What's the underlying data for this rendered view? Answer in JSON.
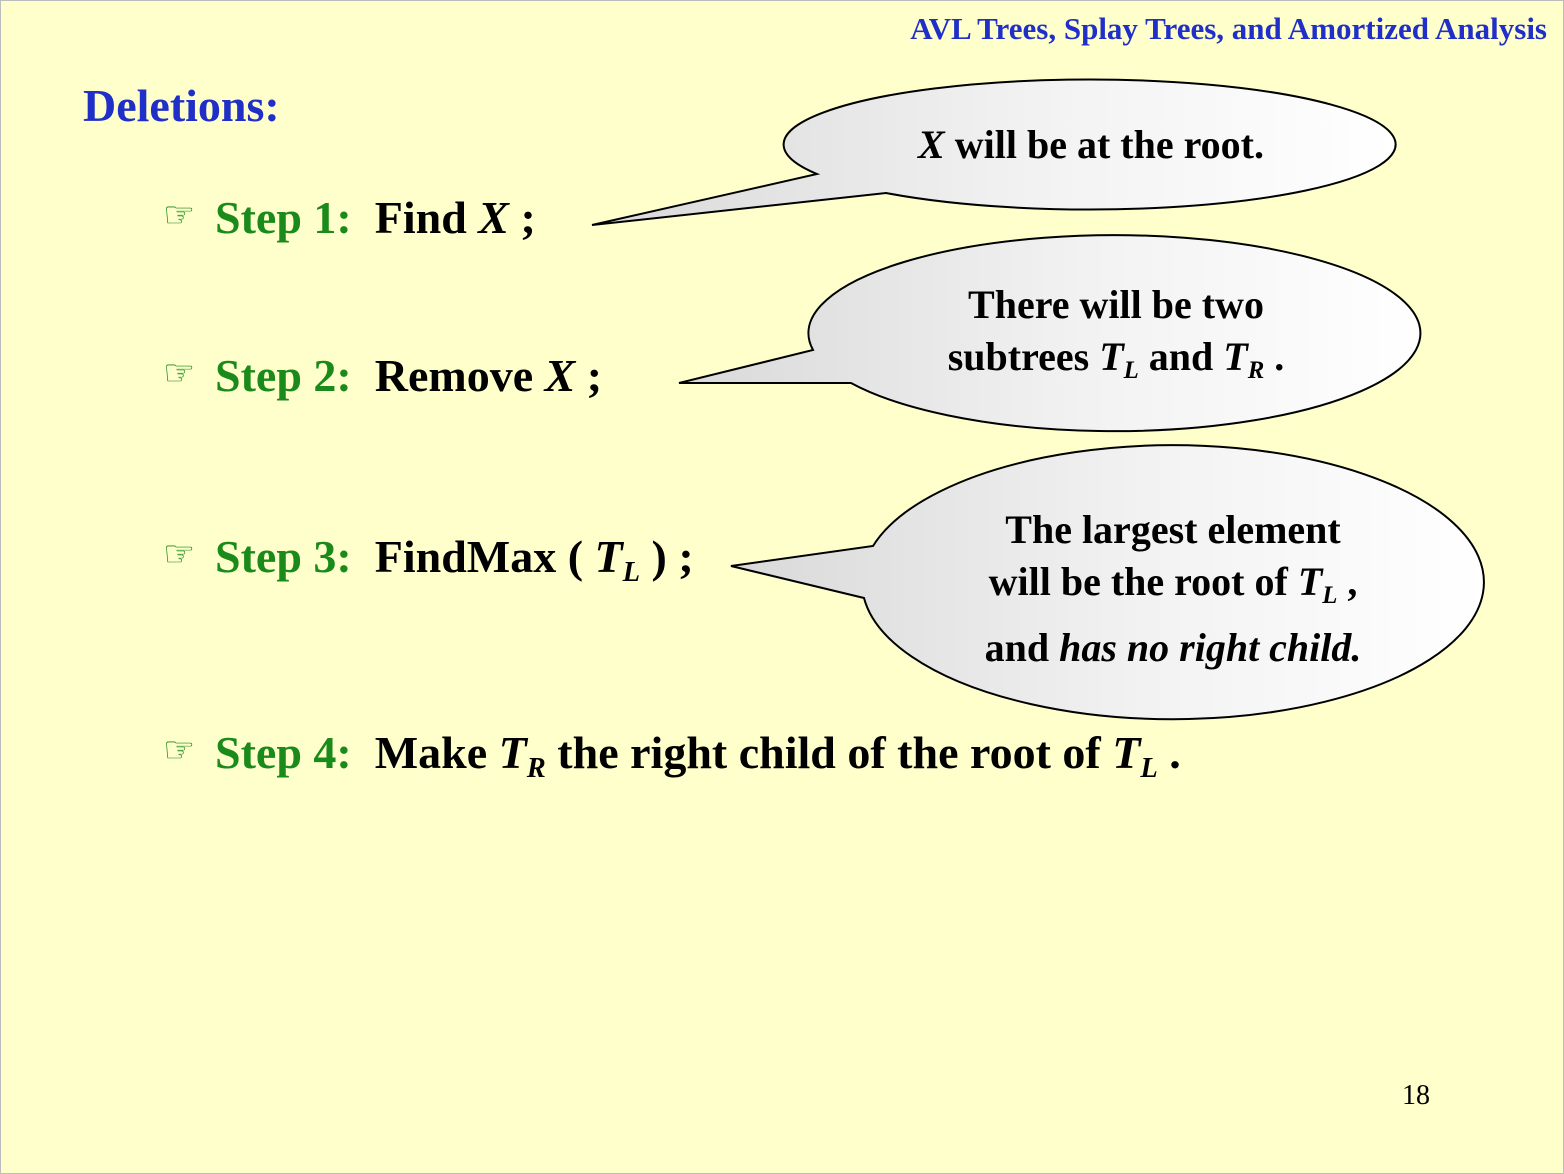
{
  "header": {
    "title": "AVL Trees, Splay Trees, and Amortized Analysis"
  },
  "slide": {
    "title": "Deletions:",
    "page_number": "18"
  },
  "steps": [
    {
      "icon": "pointing-hand-icon",
      "label": "Step 1:",
      "text_pre": "Find ",
      "var": "X",
      "text_post": " ;"
    },
    {
      "icon": "pointing-hand-icon",
      "label": "Step 2:",
      "text_pre": "Remove ",
      "var": "X",
      "text_post": " ;"
    },
    {
      "icon": "pointing-hand-icon",
      "label": "Step 3:",
      "text_pre": "FindMax ( ",
      "var": "T",
      "var_sub": "L",
      "text_post": " ) ;"
    },
    {
      "icon": "pointing-hand-icon",
      "label": "Step 4:",
      "text_pre": "Make ",
      "var": "T",
      "var_sub": "R",
      "text_mid": " the right child of the root of ",
      "var2": "T",
      "var2_sub": "L",
      "text_post": " ."
    }
  ],
  "callouts": [
    {
      "var": "X",
      "text": " will be at the root."
    },
    {
      "line1": "There will be two",
      "line2_pre": "subtrees ",
      "var1": "T",
      "var1_sub": "L",
      "mid": " and ",
      "var2": "T",
      "var2_sub": "R",
      "post": " ."
    },
    {
      "line1": "The largest element",
      "line2_pre": "will be the root of ",
      "var": "T",
      "var_sub": "L",
      "line2_post": " ,",
      "line3_pre": "and ",
      "line3_italic": "has no right child."
    }
  ],
  "colors": {
    "background": "#ffffcc",
    "header": "#1f2fc8",
    "step_label": "#1a8a1a",
    "text": "#000000"
  }
}
